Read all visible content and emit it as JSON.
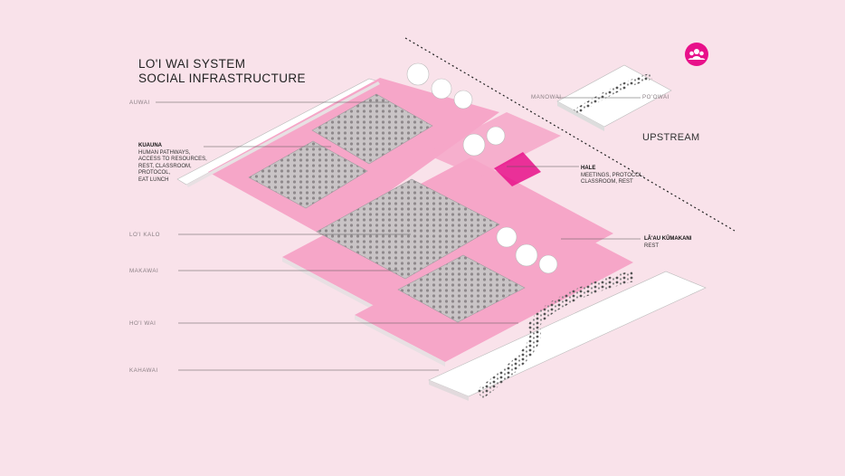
{
  "title": {
    "line1": "LO'I WAI SYSTEM",
    "line2": "SOCIAL INFRASTRUCTURE"
  },
  "icon": {
    "name": "community-people-icon",
    "color": "#e8108a"
  },
  "layers": {
    "auwai": "AUWAI",
    "lo_i_kalo": "LO'I KALO",
    "makawai": "MAKAWAI",
    "ho_i_wai": "HO'I WAI",
    "kahawai": "KAHAWAI"
  },
  "annotations": {
    "kuauna": {
      "title": "KUAUNA",
      "lines": [
        "HUMAN PATHWAYS,",
        "ACCESS TO RESOURCES,",
        "REST, CLASSROOM,",
        "PROTOCOL,",
        "EAT LUNCH"
      ]
    },
    "hale": {
      "title": "HALE",
      "lines": [
        "MEETINGS, PROTOCOL,",
        "CLASSROOM, REST"
      ]
    },
    "la_au": {
      "title": "LĀ'AU KŪMAKANI",
      "lines": [
        "REST"
      ]
    }
  },
  "inset": {
    "left_label": "MANOWAI",
    "right_label": "PO'OWAI"
  },
  "direction_label": "UPSTREAM",
  "colors": {
    "background": "#f9e2ea",
    "pink": "#f6a6c8",
    "accent": "#e8108a"
  }
}
